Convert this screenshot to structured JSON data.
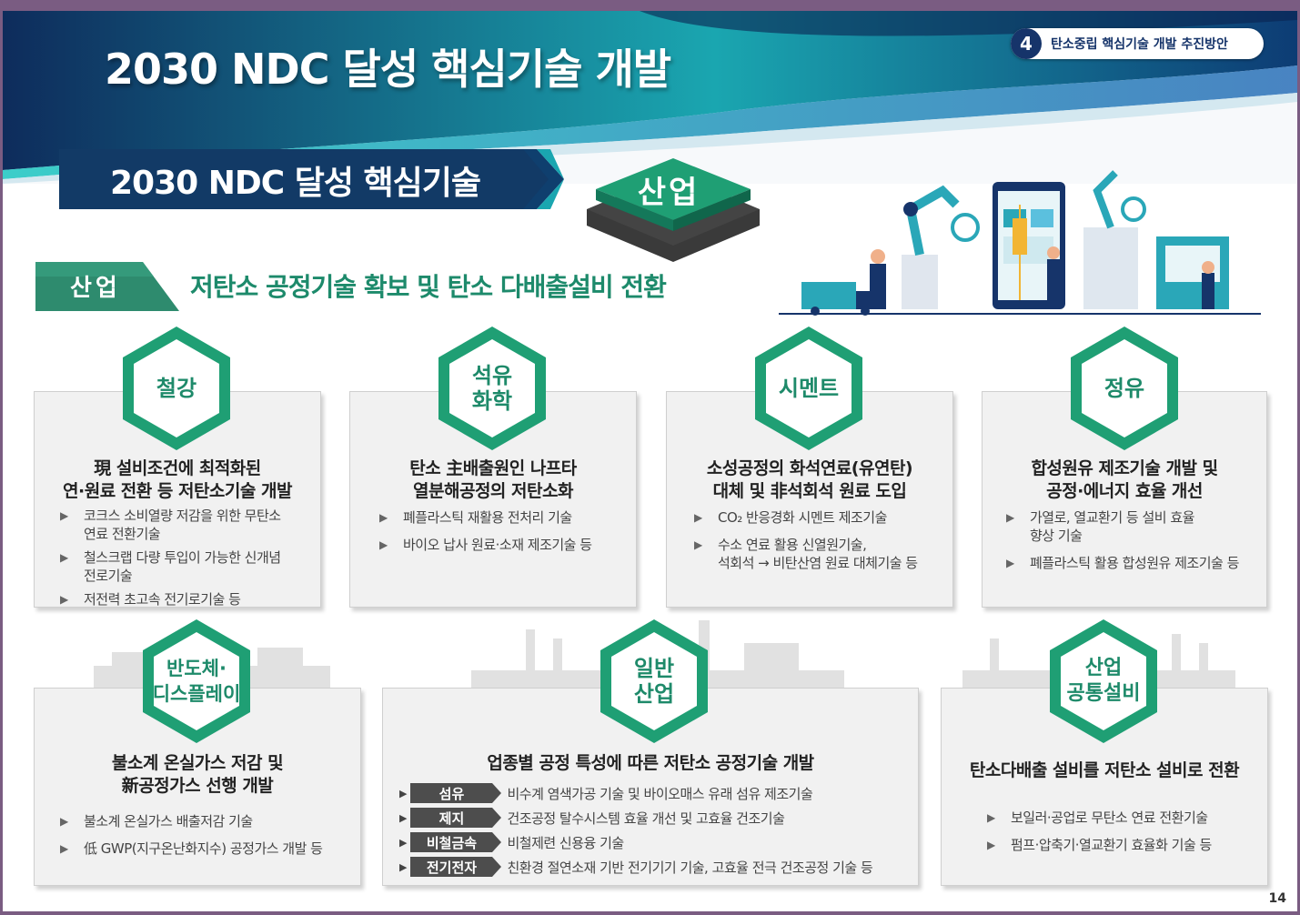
{
  "header": {
    "title": "2030 NDC 달성 핵심기술 개발",
    "chapter_number": "4",
    "chapter_title": "탄소중립 핵심기술 개발 추진방안"
  },
  "subheader": {
    "title": "2030 NDC 달성 핵심기술",
    "sector_tile": "산업"
  },
  "category": {
    "tag": "산업",
    "headline": "저탄소 공정기술 확보 및 탄소 다배출설비 전환"
  },
  "cards": [
    {
      "hex": [
        "철강"
      ],
      "heading": [
        "現 설비조건에 최적화된",
        "연·원료 전환 등 저탄소기술 개발"
      ],
      "bullets": [
        [
          "코크스 소비열량 저감을 위한 무탄소",
          "연료 전환기술"
        ],
        [
          "철스크랩 다량 투입이 가능한 신개념",
          "전로기술"
        ],
        [
          "저전력 초고속 전기로기술 등"
        ]
      ]
    },
    {
      "hex": [
        "석유",
        "화학"
      ],
      "heading": [
        "탄소 主배출원인 나프타",
        "열분해공정의 저탄소화"
      ],
      "bullets": [
        [
          "폐플라스틱 재활용 전처리 기술"
        ],
        [
          "바이오 납사 원료·소재 제조기술 등"
        ]
      ]
    },
    {
      "hex": [
        "시멘트"
      ],
      "heading": [
        "소성공정의 화석연료(유연탄)",
        "대체 및 非석회석 원료 도입"
      ],
      "bullets": [
        [
          "CO₂ 반응경화 시멘트 제조기술"
        ],
        [
          "수소 연료 활용 신열원기술,",
          "석회석 → 비탄산염 원료 대체기술 등"
        ]
      ]
    },
    {
      "hex": [
        "정유"
      ],
      "heading": [
        "합성원유 제조기술 개발 및",
        "공정·에너지 효율 개선"
      ],
      "bullets": [
        [
          "가열로, 열교환기 등 설비 효율",
          "향상 기술"
        ],
        [
          "폐플라스틱 활용 합성원유 제조기술 등"
        ]
      ]
    },
    {
      "hex": [
        "반도체·",
        "디스플레이"
      ],
      "heading": [
        "불소계 온실가스 저감 및",
        "新공정가스 선행 개발"
      ],
      "bullets": [
        [
          "불소계 온실가스 배출저감 기술"
        ],
        [
          "低 GWP(지구온난화지수) 공정가스 개발 등"
        ]
      ]
    },
    {
      "hex": [
        "일반",
        "산업"
      ],
      "heading": [
        "업종별 공정 특성에 따른 저탄소 공정기술 개발"
      ],
      "rows": [
        {
          "tag": "섬유",
          "desc": "비수계 염색가공 기술 및 바이오매스 유래 섬유 제조기술"
        },
        {
          "tag": "제지",
          "desc": "건조공정 탈수시스템 효율 개선 및 고효율 건조기술"
        },
        {
          "tag": "비철금속",
          "desc": "비철제련 신용융 기술"
        },
        {
          "tag": "전기전자",
          "desc": "친환경 절연소재 기반 전기기기 기술, 고효율 전극 건조공정 기술 등"
        }
      ]
    },
    {
      "hex": [
        "산업",
        "공통설비"
      ],
      "heading": [
        "탄소다배출 설비를 저탄소 설비로 전환"
      ],
      "bullets": [
        [
          "보일러·공업로 무탄소 연료 전환기술"
        ],
        [
          "펌프·압축기·열교환기 효율화 기술 등"
        ]
      ]
    }
  ],
  "page_number": "14",
  "colors": {
    "navy": "#16346a",
    "teal": "#18a8a8",
    "green": "#1e8a6a",
    "card_bg": "#f1f1f1"
  }
}
